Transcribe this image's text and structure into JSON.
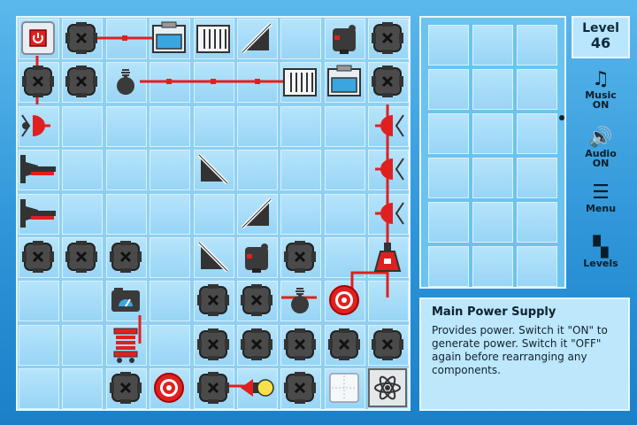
{
  "level": {
    "label": "Level",
    "number": "46"
  },
  "sidebar": [
    {
      "id": "music",
      "icon": "music-note-icon",
      "glyph": "♫",
      "line1": "Music",
      "line2": "ON"
    },
    {
      "id": "audio",
      "icon": "speaker-icon",
      "glyph": "🔊",
      "line1": "Audio",
      "line2": "ON"
    },
    {
      "id": "menu",
      "icon": "menu-icon",
      "glyph": "☰",
      "line1": "Menu",
      "line2": ""
    },
    {
      "id": "levels",
      "icon": "levels-icon",
      "glyph": "▚",
      "line1": "Levels",
      "line2": ""
    }
  ],
  "info": {
    "title": "Main Power Supply",
    "body": "Provides power. Switch it \"ON\" to generate power. Switch it \"OFF\" again before rearranging any components."
  },
  "colors": {
    "accent": "#e02020",
    "blocker": "#4a4a4a",
    "board": "#a8ddf8"
  },
  "board": {
    "cols": 9,
    "rows": 9,
    "components": [
      {
        "type": "power-switch",
        "col": 0,
        "row": 0
      },
      {
        "type": "blocker",
        "col": 1,
        "row": 0
      },
      {
        "type": "machine-tank",
        "col": 3,
        "row": 0
      },
      {
        "type": "machine-vent",
        "col": 4,
        "row": 0
      },
      {
        "type": "mirror-slash",
        "col": 5,
        "row": 0
      },
      {
        "type": "cube-emitter",
        "col": 7,
        "row": 0
      },
      {
        "type": "blocker",
        "col": 8,
        "row": 0
      },
      {
        "type": "blocker",
        "col": 0,
        "row": 1
      },
      {
        "type": "blocker",
        "col": 1,
        "row": 1
      },
      {
        "type": "bomb",
        "col": 2,
        "row": 1
      },
      {
        "type": "machine-vent",
        "col": 6,
        "row": 1
      },
      {
        "type": "machine-tank",
        "col": 7,
        "row": 1
      },
      {
        "type": "blocker",
        "col": 8,
        "row": 1
      },
      {
        "type": "fan-right",
        "col": 0,
        "row": 2
      },
      {
        "type": "fan-left",
        "col": 8,
        "row": 2
      },
      {
        "type": "piston",
        "col": 0,
        "row": 3
      },
      {
        "type": "mirror-back",
        "col": 4,
        "row": 3
      },
      {
        "type": "fan-left",
        "col": 8,
        "row": 3
      },
      {
        "type": "piston",
        "col": 0,
        "row": 4
      },
      {
        "type": "mirror-slash",
        "col": 5,
        "row": 4
      },
      {
        "type": "fan-left",
        "col": 8,
        "row": 4
      },
      {
        "type": "blocker",
        "col": 0,
        "row": 5
      },
      {
        "type": "blocker",
        "col": 1,
        "row": 5
      },
      {
        "type": "blocker",
        "col": 2,
        "row": 5
      },
      {
        "type": "mirror-back",
        "col": 4,
        "row": 5
      },
      {
        "type": "cube-emitter",
        "col": 5,
        "row": 5
      },
      {
        "type": "blocker",
        "col": 6,
        "row": 5
      },
      {
        "type": "flask",
        "col": 8,
        "row": 5
      },
      {
        "type": "meter",
        "col": 2,
        "row": 6
      },
      {
        "type": "blocker",
        "col": 4,
        "row": 6
      },
      {
        "type": "blocker",
        "col": 5,
        "row": 6
      },
      {
        "type": "bomb",
        "col": 6,
        "row": 6
      },
      {
        "type": "gear",
        "col": 7,
        "row": 6
      },
      {
        "type": "spring",
        "col": 2,
        "row": 7
      },
      {
        "type": "blocker",
        "col": 4,
        "row": 7
      },
      {
        "type": "blocker",
        "col": 5,
        "row": 7
      },
      {
        "type": "blocker",
        "col": 6,
        "row": 7
      },
      {
        "type": "blocker",
        "col": 7,
        "row": 7
      },
      {
        "type": "blocker",
        "col": 8,
        "row": 7
      },
      {
        "type": "blocker",
        "col": 2,
        "row": 8
      },
      {
        "type": "gear",
        "col": 3,
        "row": 8
      },
      {
        "type": "blocker",
        "col": 4,
        "row": 8
      },
      {
        "type": "bulb",
        "col": 5,
        "row": 8
      },
      {
        "type": "blocker",
        "col": 6,
        "row": 8
      },
      {
        "type": "panel",
        "col": 7,
        "row": 8
      },
      {
        "type": "atom",
        "col": 8,
        "row": 8
      }
    ]
  }
}
